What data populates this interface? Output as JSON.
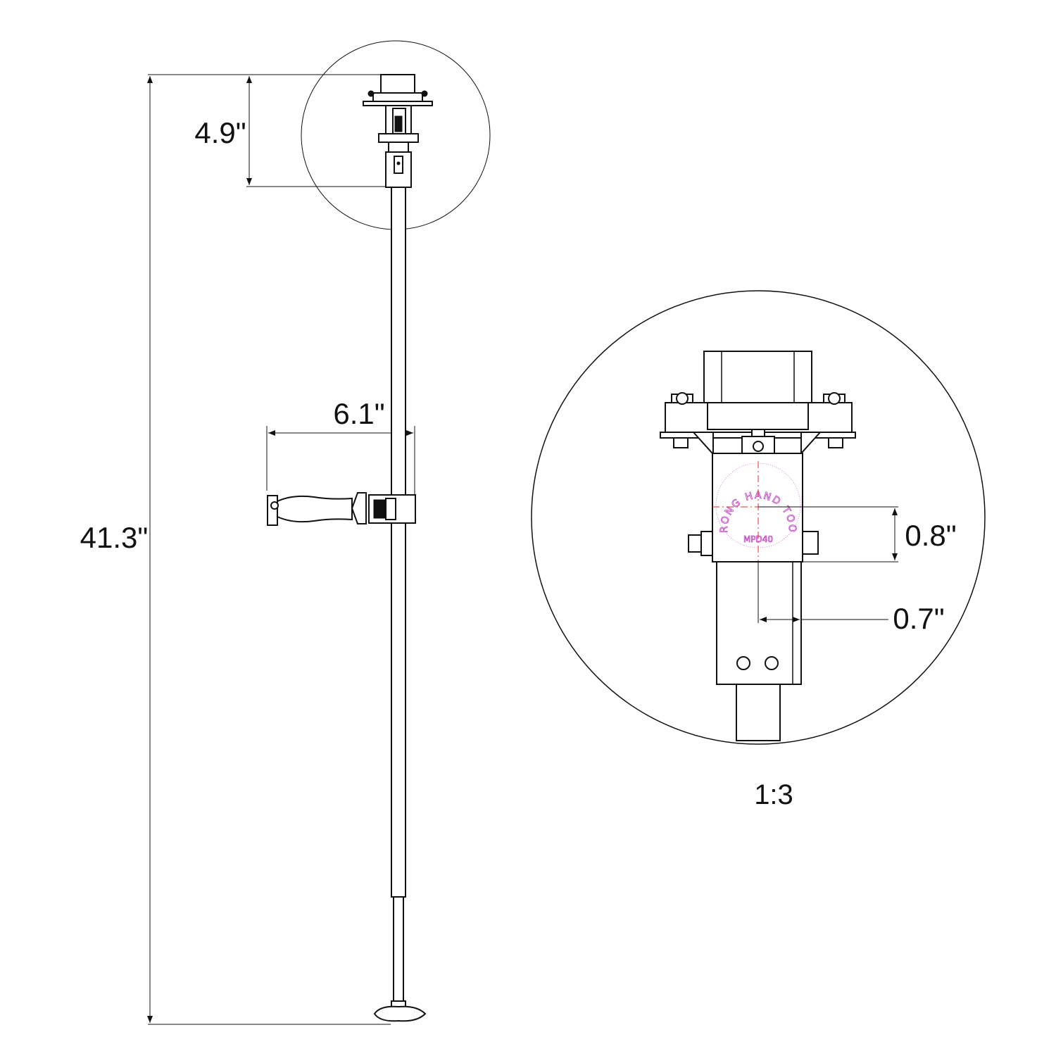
{
  "dimensions": {
    "overall_height": "41.3\"",
    "head_height": "4.9\"",
    "handle_reach": "6.1\"",
    "detail_vertical_offset": "0.8\"",
    "detail_horizontal_offset": "0.7\""
  },
  "detail_scale": "1:3",
  "stamp": {
    "brand": "STRONG HAND TOOLS",
    "model": "MPD40"
  },
  "colors": {
    "line": "#111111",
    "stamp": "#c040c0",
    "centerline": "#e03030"
  }
}
